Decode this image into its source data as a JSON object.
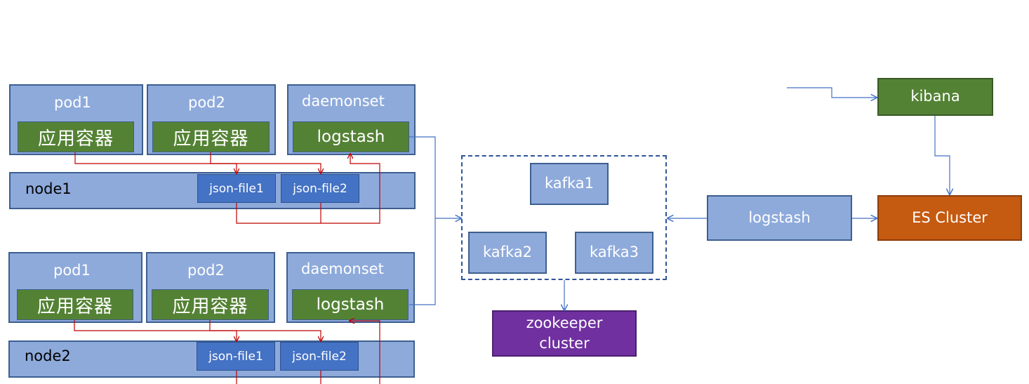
{
  "nodes": [
    {
      "node_label": "node1",
      "pods": [
        {
          "label": "pod1",
          "container": "应用容器"
        },
        {
          "label": "pod2",
          "container": "应用容器"
        }
      ],
      "daemonset": {
        "label": "daemonset",
        "container": "logstash"
      },
      "json_files": [
        "json-file1",
        "json-file2"
      ]
    },
    {
      "node_label": "node2",
      "pods": [
        {
          "label": "pod1",
          "container": "应用容器"
        },
        {
          "label": "pod2",
          "container": "应用容器"
        }
      ],
      "daemonset": {
        "label": "daemonset",
        "container": "logstash"
      },
      "json_files": [
        "json-file1",
        "json-file2"
      ]
    }
  ],
  "kafka": [
    "kafka1",
    "kafka2",
    "kafka3"
  ],
  "zookeeper": {
    "line1": "zookeeper",
    "line2": "cluster"
  },
  "logstash_central": "logstash",
  "es_cluster": "ES Cluster",
  "kibana": "kibana",
  "colors": {
    "box_blue": "#8eaadb",
    "json_blue": "#4472c4",
    "green": "#548235",
    "orange": "#c55a11",
    "purple": "#7030a0",
    "red_line": "#c00000",
    "blue_line": "#4472c4"
  }
}
